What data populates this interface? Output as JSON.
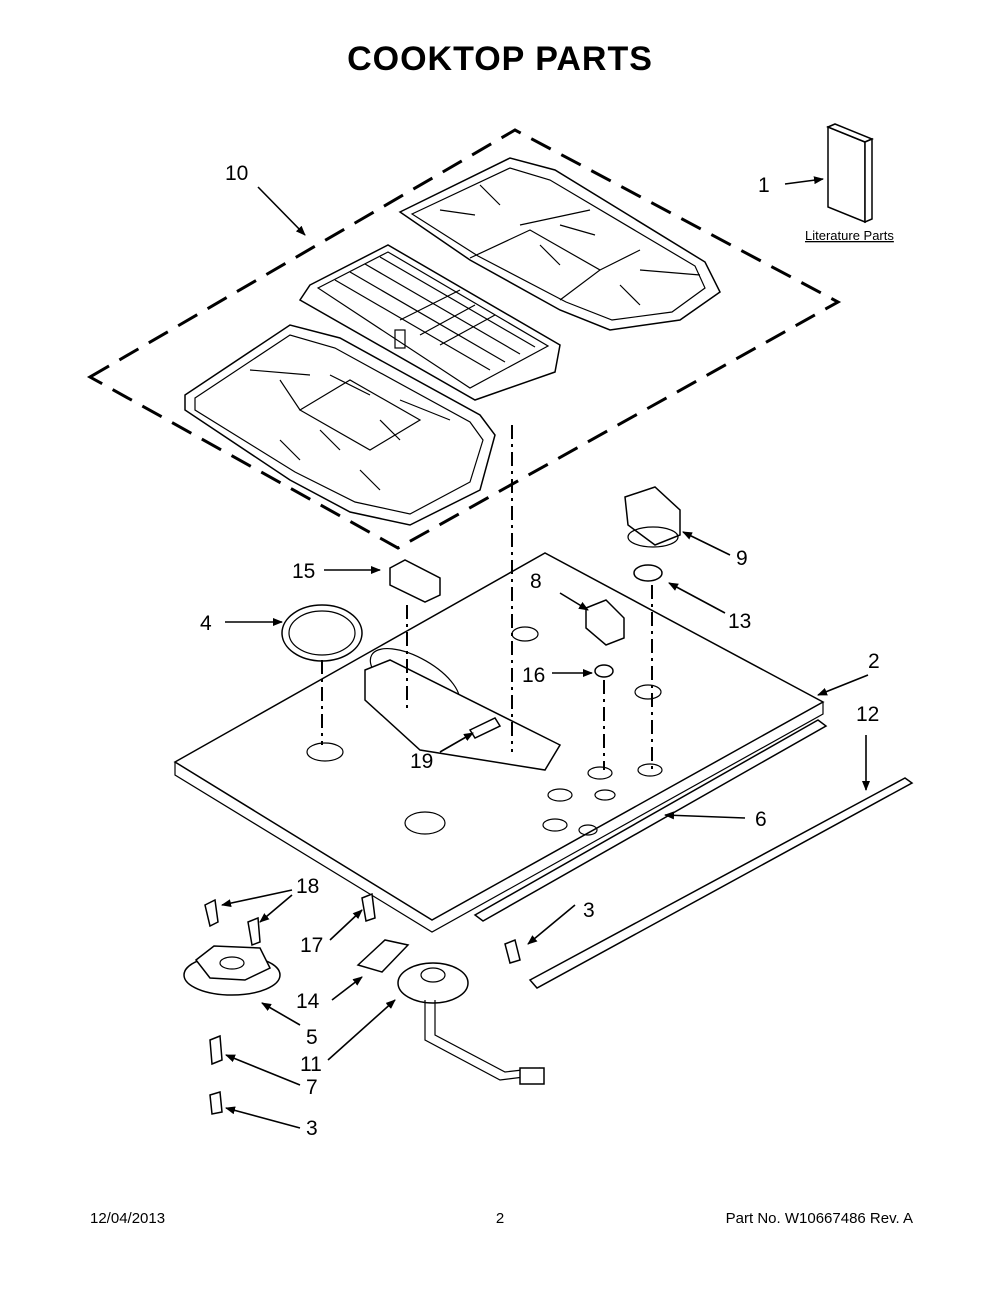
{
  "title": "COOKTOP PARTS",
  "literature_label": "Literature Parts",
  "callouts": {
    "c1": "1",
    "c2": "2",
    "c3a": "3",
    "c3b": "3",
    "c4": "4",
    "c5": "5",
    "c6": "6",
    "c7": "7",
    "c8": "8",
    "c9": "9",
    "c10": "10",
    "c11": "11",
    "c12": "12",
    "c13": "13",
    "c14": "14",
    "c15": "15",
    "c16": "16",
    "c17": "17",
    "c18": "18",
    "c19": "19"
  },
  "footer": {
    "date": "12/04/2013",
    "page": "2",
    "part": "Part No.  W10667486  Rev.  A"
  }
}
